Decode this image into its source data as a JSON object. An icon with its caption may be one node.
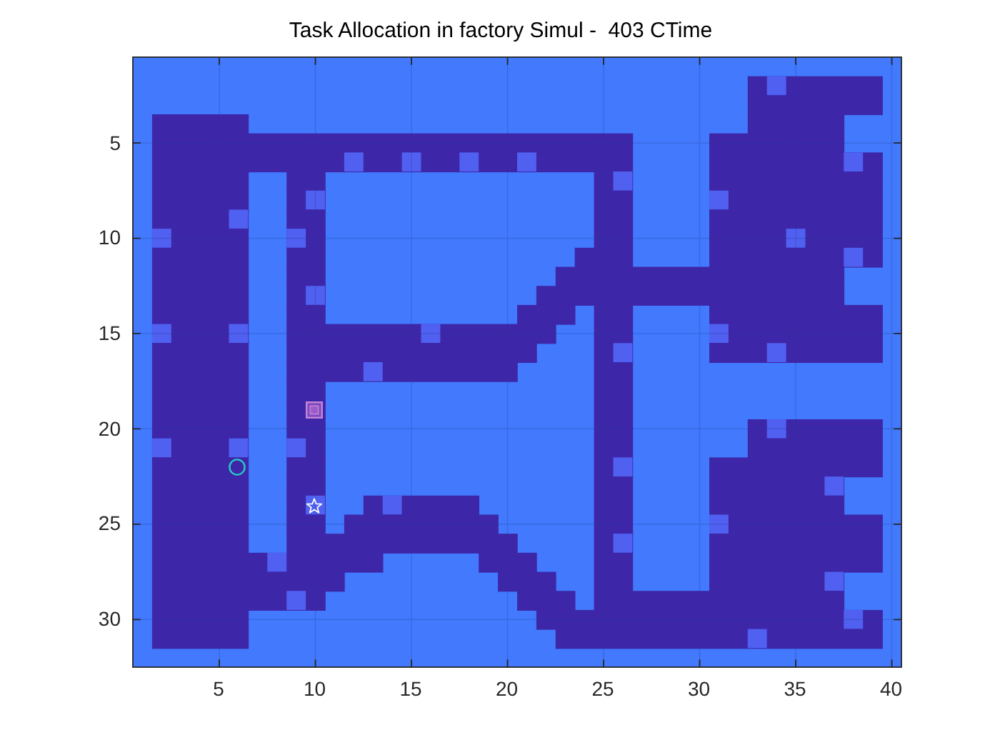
{
  "diagram": {
    "title": "Task Allocation in factory Simul -  403 CTime",
    "labels": [
      "5",
      "10",
      "15",
      "20",
      "25",
      "30",
      "5",
      "10",
      "15",
      "20",
      "25",
      "30",
      "35",
      "40"
    ]
  }
}
